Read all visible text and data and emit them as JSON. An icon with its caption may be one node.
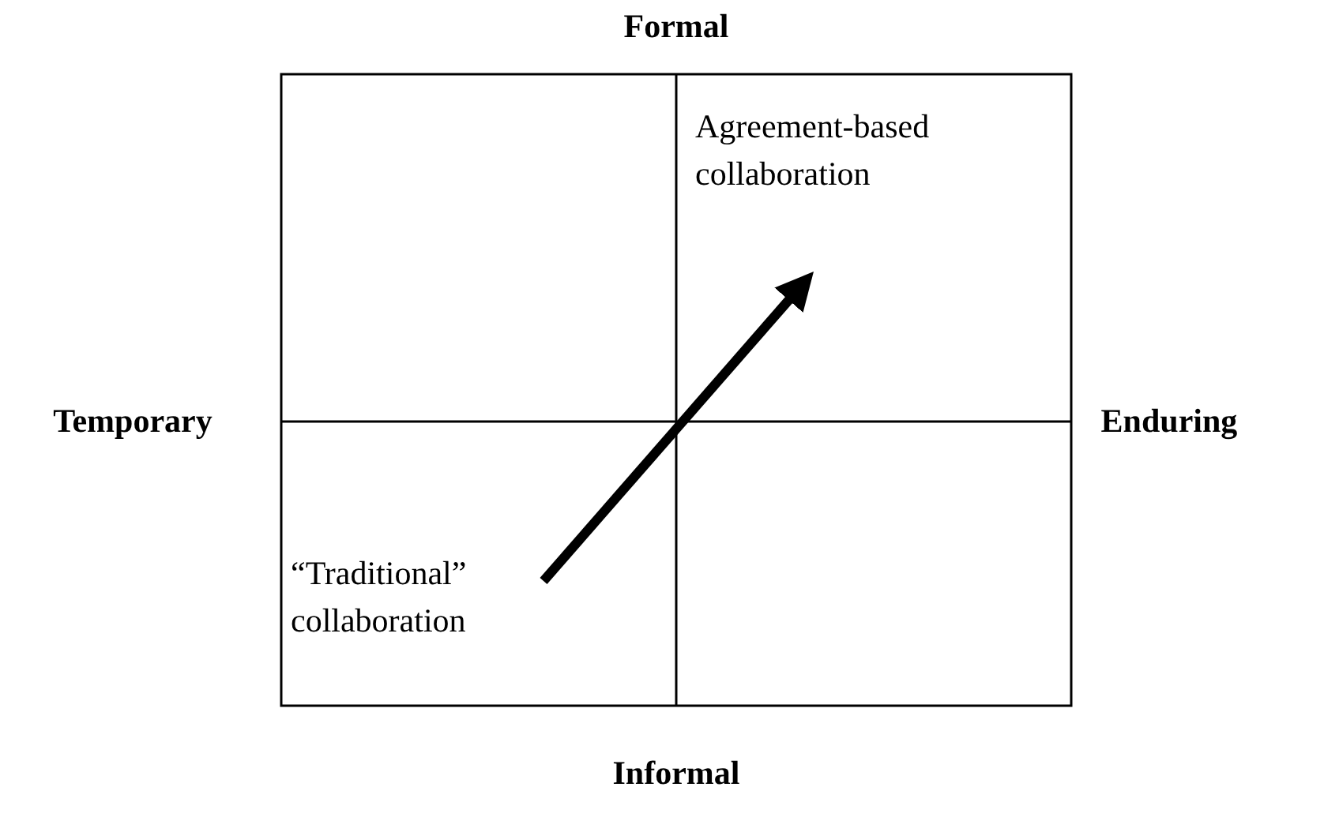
{
  "diagram": {
    "nodes": [
      {
        "text": [
          "Agreement-based collaboration"
        ]
      },
      {
        "text": [
          "“Traditional” collaboration"
        ]
      }
    ],
    "edges": [
      {
        "from": 1,
        "to": 0,
        "arrow": "to"
      }
    ],
    "labels": [
      "Formal",
      "Temporary",
      "Enduring",
      "Informal"
    ]
  }
}
